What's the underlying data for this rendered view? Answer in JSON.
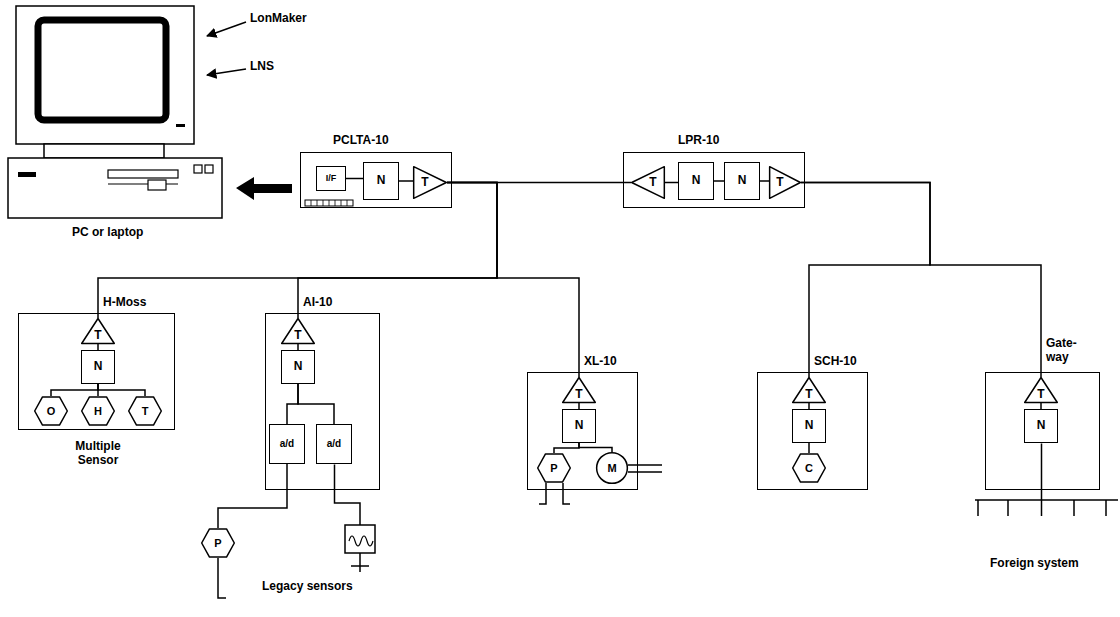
{
  "diagram": {
    "nodes": [
      {
        "text": [
          "PCLTA-10"
        ]
      },
      {
        "text": [
          "I/F"
        ],
        "in": 0
      },
      {
        "text": [
          "N"
        ],
        "in": 0
      },
      {
        "text": [
          "T"
        ],
        "in": 0
      },
      {
        "text": [
          "LPR-10"
        ]
      },
      {
        "text": [
          "T"
        ],
        "in": 4
      },
      {
        "text": [
          "N"
        ],
        "in": 4
      },
      {
        "text": [
          "N"
        ],
        "in": 4
      },
      {
        "text": [
          "T"
        ],
        "in": 4
      },
      {
        "text": [
          "H-Moss"
        ]
      },
      {
        "text": [
          "T"
        ],
        "in": 9
      },
      {
        "text": [
          "N"
        ],
        "in": 9
      },
      {
        "text": [
          "O"
        ],
        "in": 9
      },
      {
        "text": [
          "H"
        ],
        "in": 9
      },
      {
        "text": [
          "T"
        ],
        "in": 9
      },
      {
        "text": [
          "AI-10"
        ]
      },
      {
        "text": [
          "T"
        ],
        "in": 15
      },
      {
        "text": [
          "N"
        ],
        "in": 15
      },
      {
        "text": [
          "a/d"
        ],
        "in": 15
      },
      {
        "text": [
          "a/d"
        ],
        "in": 15
      },
      {
        "text": [
          "P"
        ]
      },
      {
        "text": [
          "XL-10"
        ]
      },
      {
        "text": [
          "T"
        ],
        "in": 21
      },
      {
        "text": [
          "N"
        ],
        "in": 21
      },
      {
        "text": [
          "P"
        ],
        "in": 21
      },
      {
        "text": [
          "M"
        ],
        "in": 21
      },
      {
        "text": [
          "SCH-10"
        ]
      },
      {
        "text": [
          "T"
        ],
        "in": 26
      },
      {
        "text": [
          "N"
        ],
        "in": 26
      },
      {
        "text": [
          "C"
        ],
        "in": 26
      },
      {
        "text": [
          "Gate- way"
        ]
      },
      {
        "text": [
          "T"
        ],
        "in": 30
      },
      {
        "text": [
          "N"
        ],
        "in": 30
      }
    ],
    "edges": [
      {
        "from": 1,
        "to": 2,
        "arrow": "none"
      },
      {
        "from": 2,
        "to": 3,
        "arrow": "none"
      },
      {
        "from": 3,
        "to": 5,
        "arrow": "none"
      },
      {
        "from": 3,
        "to": 10,
        "arrow": "none"
      },
      {
        "from": 3,
        "to": 16,
        "arrow": "none"
      },
      {
        "from": 3,
        "to": 22,
        "arrow": "none"
      },
      {
        "from": 5,
        "to": 6,
        "arrow": "none"
      },
      {
        "from": 6,
        "to": 7,
        "arrow": "none"
      },
      {
        "from": 7,
        "to": 8,
        "arrow": "none"
      },
      {
        "from": 8,
        "to": 27,
        "arrow": "none"
      },
      {
        "from": 8,
        "to": 31,
        "arrow": "none"
      },
      {
        "from": 10,
        "to": 11,
        "arrow": "none"
      },
      {
        "from": 11,
        "to": 12,
        "arrow": "none"
      },
      {
        "from": 11,
        "to": 13,
        "arrow": "none"
      },
      {
        "from": 11,
        "to": 14,
        "arrow": "none"
      },
      {
        "from": 16,
        "to": 17,
        "arrow": "none"
      },
      {
        "from": 17,
        "to": 18,
        "arrow": "none"
      },
      {
        "from": 17,
        "to": 19,
        "arrow": "none"
      },
      {
        "from": 18,
        "to": 20,
        "arrow": "none"
      },
      {
        "from": 22,
        "to": 23,
        "arrow": "none"
      },
      {
        "from": 23,
        "to": 24,
        "arrow": "none"
      },
      {
        "from": 23,
        "to": 25,
        "arrow": "none"
      },
      {
        "from": 27,
        "to": 28,
        "arrow": "none"
      },
      {
        "from": 28,
        "to": 29,
        "arrow": "none"
      },
      {
        "from": 31,
        "to": 32,
        "arrow": "none"
      }
    ],
    "labels": [
      "LonMaker",
      "LNS",
      "PC or laptop",
      "Multiple Sensor",
      "Legacy sensors",
      "Foreign system"
    ]
  }
}
